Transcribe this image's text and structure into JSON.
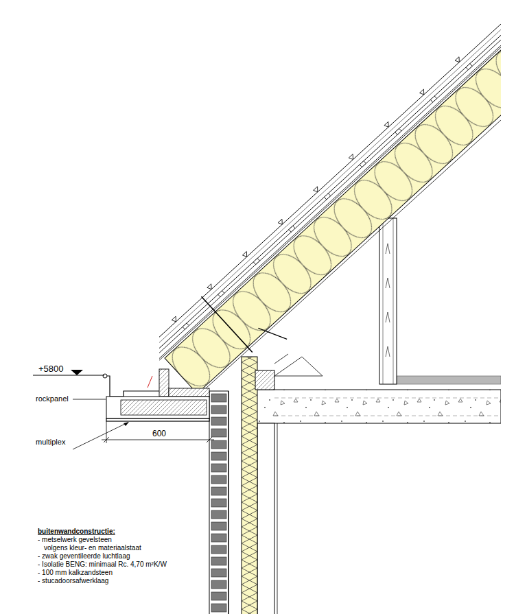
{
  "diagram": {
    "labels": [
      "+5800",
      "rockpanel",
      "multiplex",
      "600",
      "buitenwandconstructie:",
      "- metselwerk gevelsteen",
      "volgens kleur- en materiaalstaat",
      "- zwak geventileerde luchtlaag",
      "- Isolatie BENG: minimaal Rc. 4,70 m²K/W",
      "- 100 mm kalkzandsteen",
      "- stucadoorsafwerklaag"
    ]
  }
}
